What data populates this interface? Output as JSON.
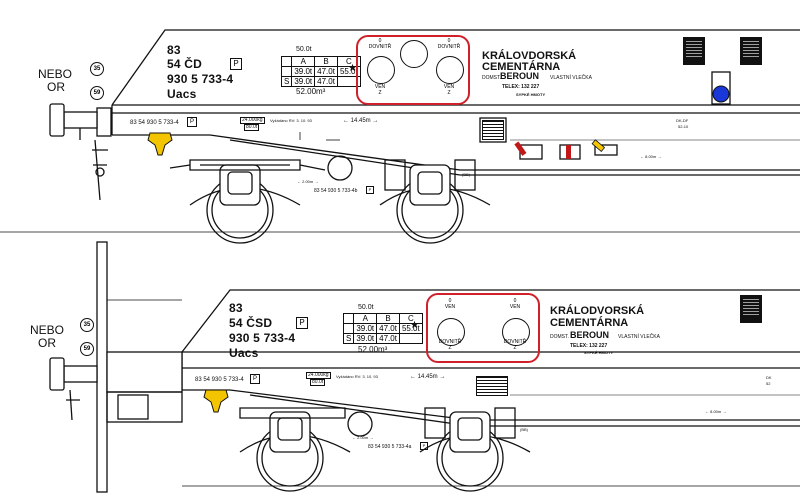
{
  "nebo_or": {
    "nebo": "NEBO",
    "or": "OR"
  },
  "cars": [
    {
      "id": "top",
      "lines": [
        "83",
        "54 ČD",
        "930 5 733-4",
        "Uacs"
      ],
      "p_badge": "P",
      "load_limit": "50.0t",
      "load_header": [
        "A",
        "B",
        "C"
      ],
      "load_row1": [
        "39.0t",
        "47.0t",
        "55.0t"
      ],
      "load_row2": [
        "S",
        "39.0t",
        "47.0t"
      ],
      "volume": "52.00m³",
      "ports": {
        "top_left": "DOVNITŘ",
        "top_right": "DOVNITŘ",
        "bottom_left": "VEN",
        "bottom_right": "VEN",
        "tl_num": "0",
        "tr_num": "0",
        "bl_num": "Z",
        "br_num": "Z"
      },
      "company": [
        "KRÁLOVDORSKÁ",
        "CEMENTÁRNA"
      ],
      "domst": "DOMST.",
      "beroun": "BEROUN",
      "vlecka": "VLASTNÍ VLEČKA",
      "telex": "TELEX:  132   227",
      "sypke": "SYPKÉ   HMOTY",
      "bar_number": "83 54 930 5 733-4",
      "bar_p": "P",
      "mass": [
        "24.000kg",
        "80.0t"
      ],
      "revision": "Vyžádáno RV: 3. 10. 93",
      "length": "← 14.45m →",
      "bogie_dist": "← 2.00m →",
      "underframe_number": "83 54 930 5 733-4b",
      "underframe_p": "P",
      "distance_right": "← 8.00m →",
      "code_right": [
        "DK-DF",
        "52-10"
      ],
      "bogie_code": "(BB)",
      "circle_35": "35",
      "circle_59": "59"
    },
    {
      "id": "bottom",
      "lines": [
        "83",
        "54 ČSD",
        "930 5 733-4",
        "Uacs"
      ],
      "p_badge": "P",
      "load_limit": "50.0t",
      "load_header": [
        "A",
        "B",
        "C"
      ],
      "load_row1": [
        "39.0t",
        "47.0t",
        "55.0t"
      ],
      "load_row2": [
        "S",
        "39.0t",
        "47.0t"
      ],
      "volume": "52.00m³",
      "ports": {
        "top_left": "VEN",
        "top_right": "VEN",
        "bottom_left": "DOVNITŘ",
        "bottom_right": "DOVNITŘ",
        "tl_num": "0",
        "tr_num": "0",
        "bl_num": "Z",
        "br_num": "Z"
      },
      "company": [
        "KRÁLODVORSKÁ",
        "CEMENTÁRNA"
      ],
      "domst": "DOMST.",
      "beroun": "BEROUN",
      "vlecka": "VLASTNÍ VLEČKA",
      "telex": "TELEX:  132   227",
      "sypke": "SYPKÉ   HMOTY",
      "bar_number": "83 54 930 5 733-4",
      "bar_p": "P",
      "mass": [
        "24.000kg",
        "80.0t"
      ],
      "revision": "Vyžádáno RV: 3. 10. 93",
      "length": "← 14.45m →",
      "bogie_dist": "← 2.00m →",
      "underframe_number": "83 54 930 5 733-4a",
      "underframe_p": "P",
      "distance_right": "← 8.00m →",
      "code_right": [
        "DK",
        "52"
      ],
      "bogie_code": "(BB)",
      "circle_35": "35",
      "circle_59": "59"
    }
  ],
  "colors": {
    "red_box": "#d0202a",
    "yellow": "#f2c500",
    "blue": "#1a38d8",
    "red_lever": "#c01818"
  }
}
